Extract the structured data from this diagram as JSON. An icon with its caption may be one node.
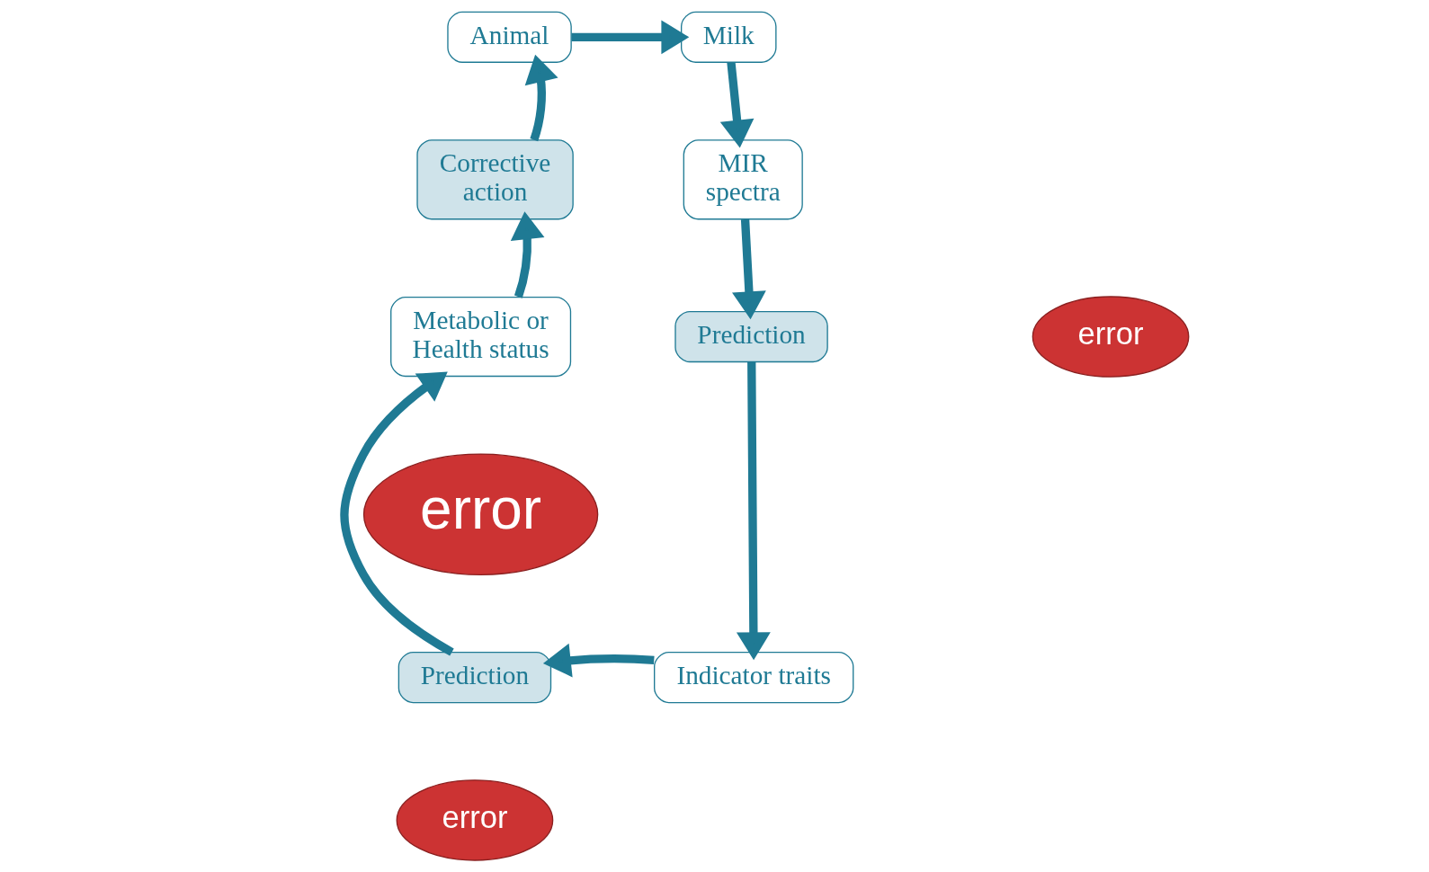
{
  "diagram": {
    "nodes": [
      {
        "text": [
          "Animal"
        ]
      },
      {
        "text": [
          "Milk"
        ]
      },
      {
        "text": [
          "MIR spectra"
        ]
      },
      {
        "text": [
          "Prediction"
        ]
      },
      {
        "text": [
          "Indicator traits"
        ]
      },
      {
        "text": [
          "Prediction"
        ]
      },
      {
        "text": [
          "Metabolic or Health status"
        ]
      },
      {
        "text": [
          "Corrective action"
        ]
      },
      {
        "text": [
          "error"
        ]
      },
      {
        "text": [
          "error"
        ]
      },
      {
        "text": [
          "error"
        ]
      }
    ],
    "edges": [
      {
        "from": 0,
        "to": 1,
        "arrow": "to"
      },
      {
        "from": 1,
        "to": 2,
        "arrow": "to"
      },
      {
        "from": 2,
        "to": 3,
        "arrow": "to"
      },
      {
        "from": 3,
        "to": 4,
        "arrow": "to"
      },
      {
        "from": 4,
        "to": 5,
        "arrow": "to"
      },
      {
        "from": 5,
        "to": 6,
        "arrow": "to"
      },
      {
        "from": 6,
        "to": 7,
        "arrow": "to"
      },
      {
        "from": 7,
        "to": 0,
        "arrow": "to"
      }
    ]
  }
}
